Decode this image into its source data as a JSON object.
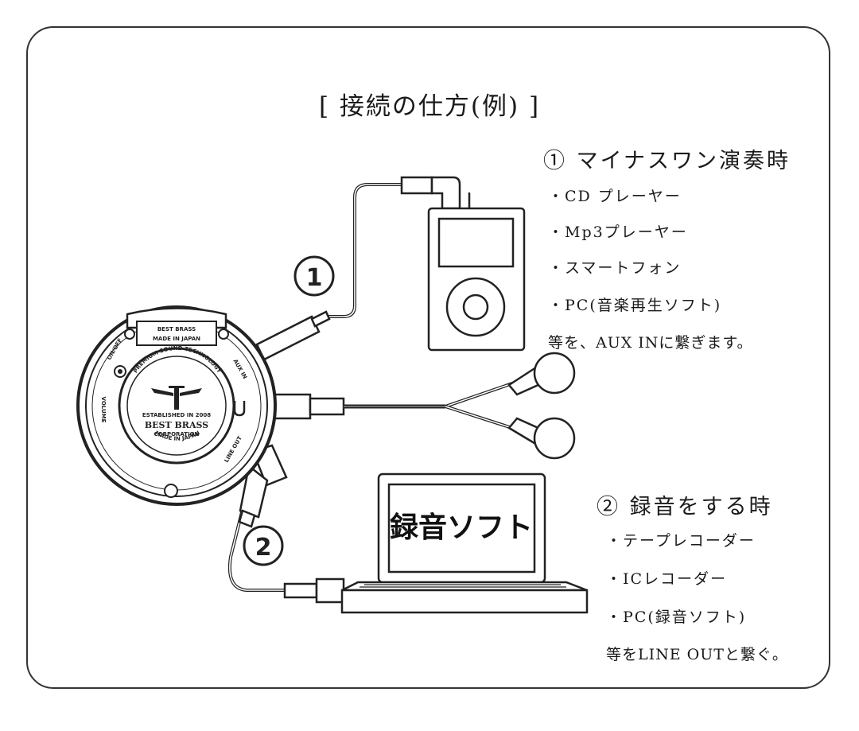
{
  "title": "[ 接続の仕方(例) ]",
  "section1": {
    "heading": "① マイナスワン演奏時",
    "items": [
      "・CD プレーヤー",
      "・Mp3プレーヤー",
      "・スマートフォン",
      "・PC(音楽再生ソフト)"
    ],
    "note": "等を、AUX INに繋ぎます。"
  },
  "section2": {
    "heading": "② 録音をする時",
    "items": [
      "・テープレコーダー",
      "・ICレコーダー",
      "・PC(録音ソフト)"
    ],
    "note": "等をLINE OUTと繋ぐ。"
  },
  "diagram": {
    "cable1_label": "①",
    "cable2_label": "②",
    "laptop_screen_text": "録音ソフト",
    "device": {
      "badge_line1": "BEST BRASS",
      "badge_line2": "MADE IN JAPAN",
      "ring_text_top": "PREMIUM SOUND TECHNOLOGY",
      "ring_text_bottom": "MADE IN JAPAN",
      "center_line1": "ESTABLISHED IN 2008",
      "center_line2": "BEST BRASS",
      "center_line3": "CORPORATION",
      "port_aux": "AUX IN",
      "port_line": "LINE OUT",
      "port_power": "ON/OFF",
      "port_vol": "VOLUME"
    }
  }
}
